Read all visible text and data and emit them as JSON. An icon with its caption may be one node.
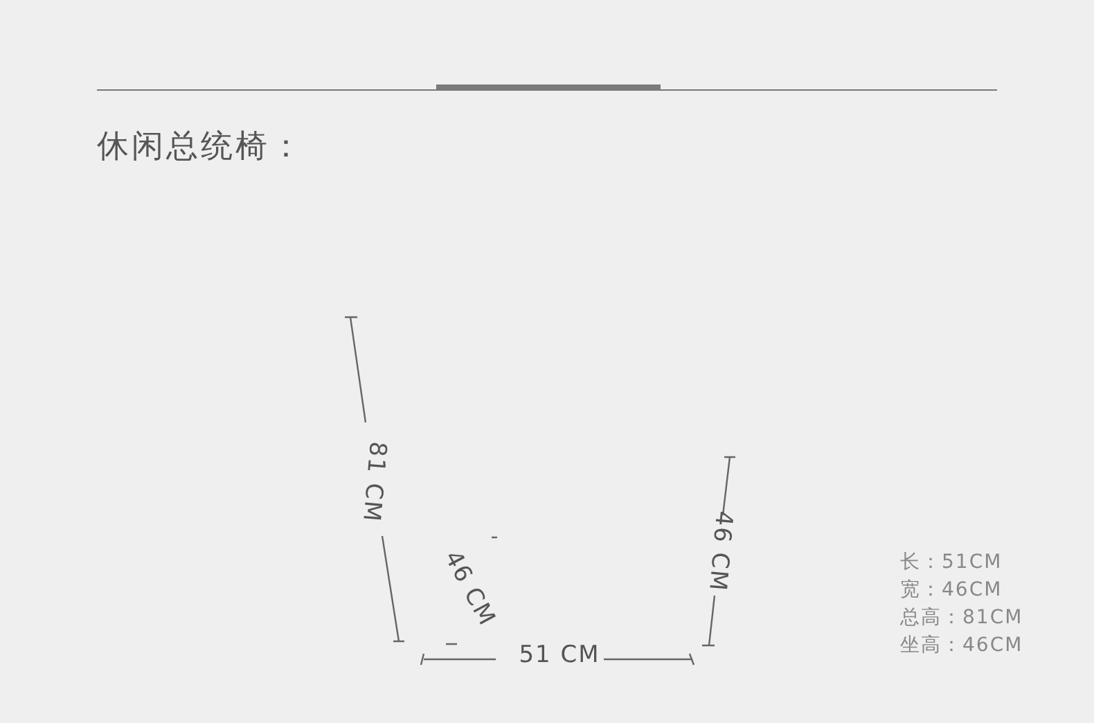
{
  "diagram": {
    "title": "休闲总统椅：",
    "labels": [
      "81 CM",
      "46 CM",
      "46 CM",
      "51 CM",
      "长：51CM",
      "宽：46CM",
      "总高：81CM",
      "坐高：46CM"
    ]
  }
}
